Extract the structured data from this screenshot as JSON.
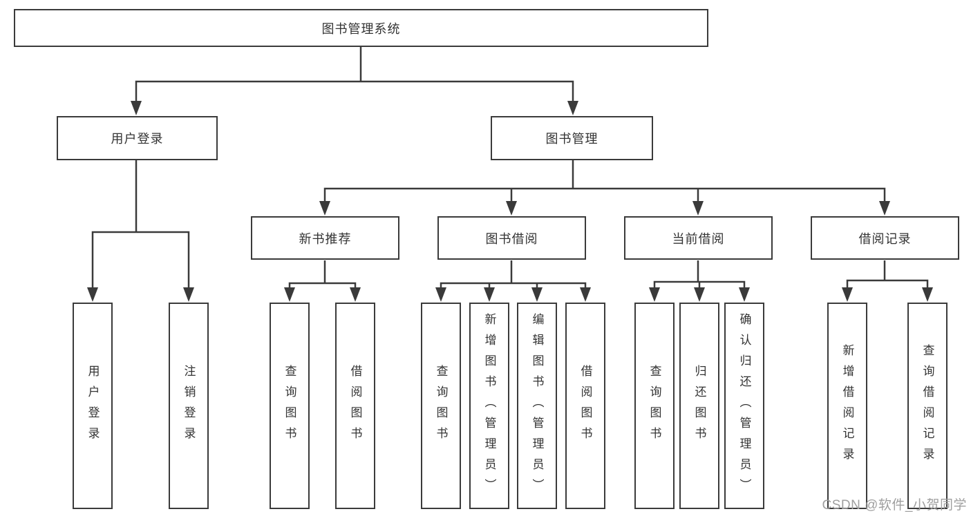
{
  "root": {
    "label": "图书管理系统"
  },
  "branches": [
    {
      "label": "用户登录",
      "children": [
        {
          "label": "用户登录"
        },
        {
          "label": "注销登录"
        }
      ]
    },
    {
      "label": "图书管理",
      "children": [
        {
          "label": "新书推荐",
          "children": [
            {
              "label": "查询图书"
            },
            {
              "label": "借阅图书"
            }
          ]
        },
        {
          "label": "图书借阅",
          "children": [
            {
              "label": "查询图书"
            },
            {
              "label": "新增图书（管理员）"
            },
            {
              "label": "编辑图书（管理员）"
            },
            {
              "label": "借阅图书"
            }
          ]
        },
        {
          "label": "当前借阅",
          "children": [
            {
              "label": "查询图书"
            },
            {
              "label": "归还图书"
            },
            {
              "label": "确认归还（管理员）"
            }
          ]
        },
        {
          "label": "借阅记录",
          "children": [
            {
              "label": "新增借阅记录"
            },
            {
              "label": "查询借阅记录"
            }
          ]
        }
      ]
    }
  ],
  "watermark": {
    "text": "CSDN @软件_小贺同学"
  },
  "colors": {
    "line": "#3a3a3a",
    "text": "#333333",
    "watermark": "#9f9f9f",
    "background": "#ffffff"
  }
}
